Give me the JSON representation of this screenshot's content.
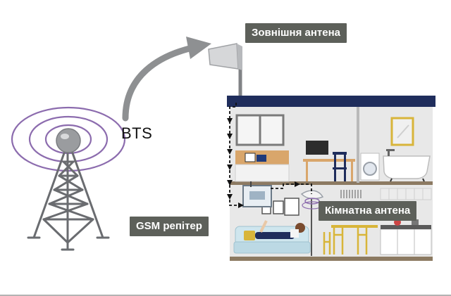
{
  "labels": {
    "bts": "BTS",
    "external_antenna": "Зовнішня антена",
    "gsm_repeater": "GSM репітер",
    "indoor_antenna": "Кімнатна антена"
  },
  "colors": {
    "callout_bg": "#5d605a",
    "roof": "#1f2d5c",
    "signal_rings": "#8c6cae",
    "wood": "#d9a66b",
    "chairs": "#d8b53a",
    "sofa": "#cfe6ee",
    "arc_arrow": "#8e9092"
  },
  "icons": [
    "bts-tower-icon",
    "signal-rings-icon",
    "external-antenna-icon",
    "house-icon",
    "gsm-repeater-icon",
    "indoor-antenna-icon",
    "bed-icon",
    "tv-icon",
    "bathtub-icon",
    "washing-machine-icon",
    "sofa-icon",
    "kitchen-icon"
  ]
}
